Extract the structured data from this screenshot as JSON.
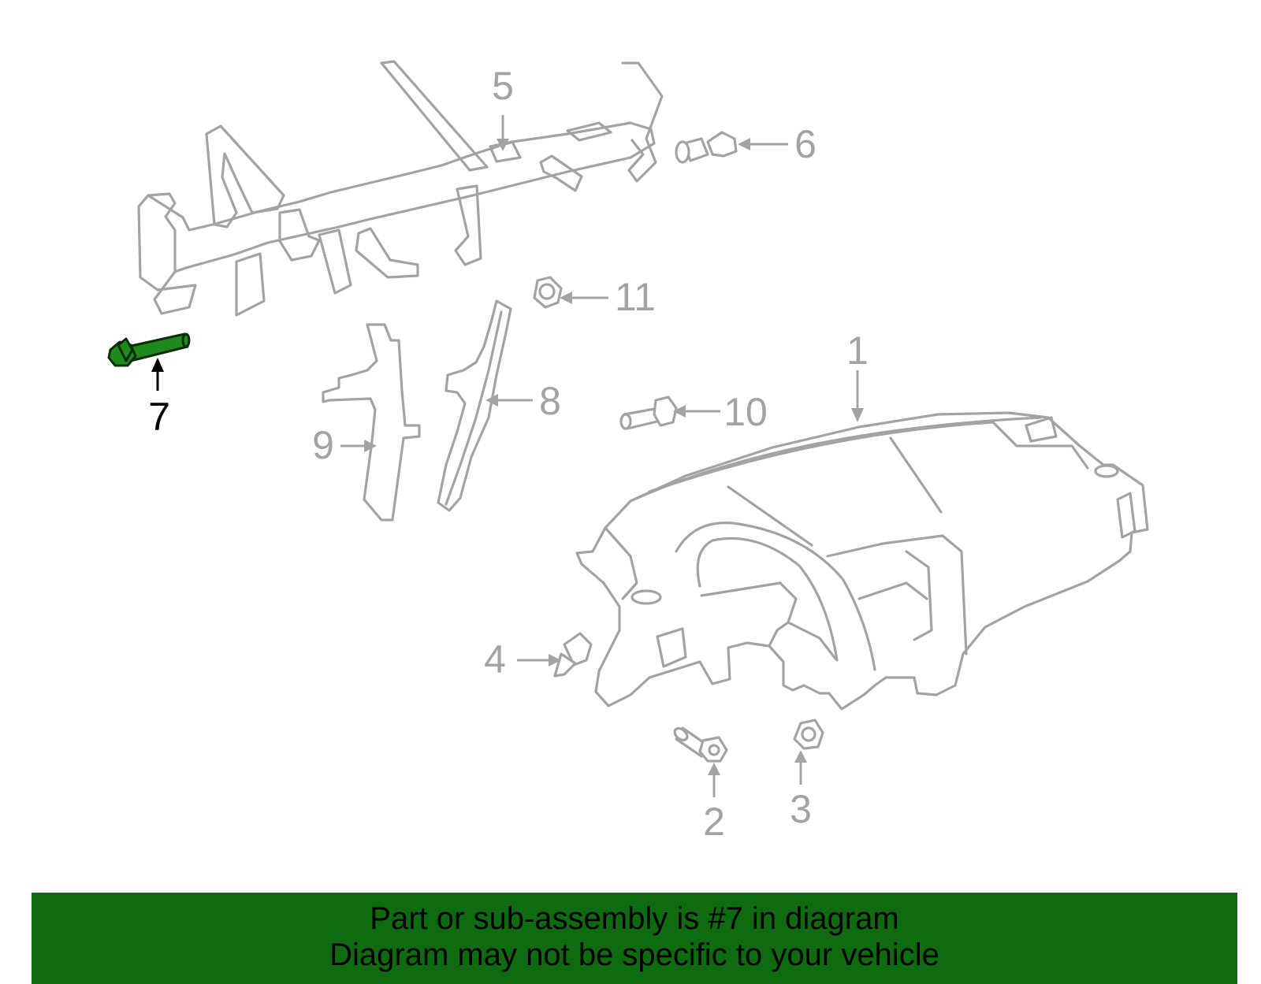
{
  "diagram": {
    "callouts": [
      {
        "id": "1",
        "label": "1"
      },
      {
        "id": "2",
        "label": "2"
      },
      {
        "id": "3",
        "label": "3"
      },
      {
        "id": "4",
        "label": "4"
      },
      {
        "id": "5",
        "label": "5"
      },
      {
        "id": "6",
        "label": "6"
      },
      {
        "id": "7",
        "label": "7"
      },
      {
        "id": "8",
        "label": "8"
      },
      {
        "id": "9",
        "label": "9"
      },
      {
        "id": "10",
        "label": "10"
      },
      {
        "id": "11",
        "label": "11"
      }
    ],
    "highlighted_part": "7",
    "colors": {
      "part_stroke": "#a3a3a3",
      "highlight_fill": "#1e8a1e",
      "banner_bg": "#0f6b0f",
      "text_highlight": "#000000"
    }
  },
  "banner": {
    "line1": "Part or sub-assembly is #7 in diagram",
    "line2": "Diagram may not be specific to your vehicle"
  }
}
